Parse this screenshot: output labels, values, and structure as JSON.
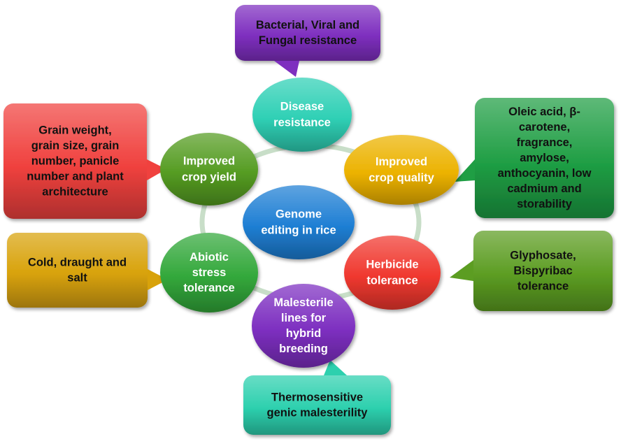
{
  "center": {
    "lines": [
      "Genome",
      "editing in rice"
    ],
    "color": "#1f7fd4",
    "text_color": "#ffffff"
  },
  "ring_color": "#c8dec8",
  "categories": [
    {
      "id": "disease-resistance",
      "lines": [
        "Disease",
        "resistance"
      ],
      "color": "#2fd0b5",
      "text_color": "#ffffff",
      "callout": {
        "lines": [
          "Bacterial, Viral and",
          "Fungal resistance"
        ],
        "color": "#7e2fbf",
        "text_color": "#111111"
      }
    },
    {
      "id": "improved-crop-quality",
      "lines": [
        "Improved",
        "crop quality"
      ],
      "color": "#ecb200",
      "text_color": "#ffffff",
      "callout": {
        "lines": [
          "Oleic acid, β-",
          "carotene,",
          "fragrance,",
          "amylose,",
          "anthocyanin, low",
          "cadmium and",
          "storability"
        ],
        "color": "#1f9e44",
        "text_color": "#111111"
      }
    },
    {
      "id": "herbicide-tolerance",
      "lines": [
        "Herbicide",
        "tolerance"
      ],
      "color": "#f0382f",
      "text_color": "#ffffff",
      "callout": {
        "lines": [
          "Glyphosate,",
          "Bispyribac",
          "tolerance"
        ],
        "color": "#5c9d22",
        "text_color": "#111111"
      }
    },
    {
      "id": "malesterile-lines",
      "lines": [
        "Malesterile",
        "lines for",
        "hybrid",
        "breeding"
      ],
      "color": "#7d2fc0",
      "text_color": "#ffffff",
      "callout": {
        "lines": [
          "Thermosensitive",
          "genic malesterility"
        ],
        "color": "#2dd0ae",
        "text_color": "#111111"
      }
    },
    {
      "id": "abiotic-stress-tolerance",
      "lines": [
        "Abiotic",
        "stress",
        "tolerance"
      ],
      "color": "#33a83b",
      "text_color": "#ffffff",
      "callout": {
        "lines": [
          "Cold, draught and",
          "salt"
        ],
        "color": "#d8a20a",
        "text_color": "#111111"
      }
    },
    {
      "id": "improved-crop-yield",
      "lines": [
        "Improved",
        "crop yield"
      ],
      "color": "#559c22",
      "text_color": "#ffffff",
      "callout": {
        "lines": [
          "Grain weight,",
          "grain size, grain",
          "number, panicle",
          "number and plant",
          "architecture"
        ],
        "color": "#f0413e",
        "text_color": "#111111"
      }
    }
  ]
}
